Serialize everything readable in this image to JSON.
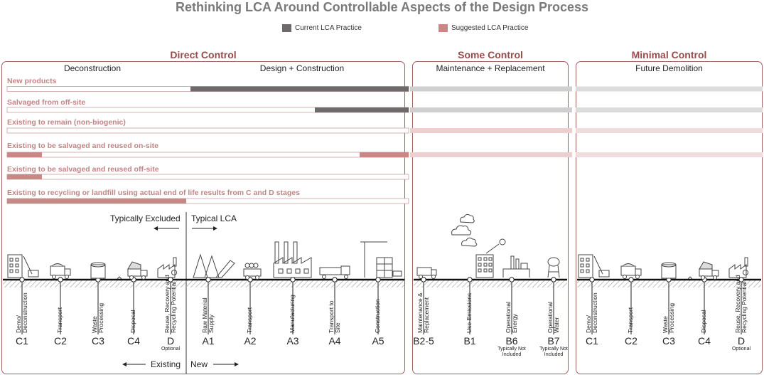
{
  "title": "Rethinking LCA Around Controllable Aspects of the Design Process",
  "legend": {
    "current": {
      "label": "Current LCA Practice",
      "color": "#6e6a6b"
    },
    "suggested": {
      "label": "Suggested LCA Practice",
      "color": "#c78886"
    }
  },
  "sections": {
    "direct": {
      "label": "Direct Control",
      "sub_left": "Deconstruction",
      "sub_right": "Design + Construction"
    },
    "some": {
      "label": "Some Control",
      "sub": "Maintenance + Replacement"
    },
    "minimal": {
      "label": "Minimal Control",
      "sub": "Future Demolition"
    }
  },
  "rows": [
    {
      "label": "New products"
    },
    {
      "label": "Salvaged from off-site"
    },
    {
      "label": "Existing to remain (non-biogenic)"
    },
    {
      "label": "Existing to be salvaged and reused on-site"
    },
    {
      "label": "Existing to be salvaged and reused off-site"
    },
    {
      "label": "Existing to recycling or landfill using actual end of life results from C and D stages"
    }
  ],
  "typically_excluded": "Typically Excluded",
  "typical_lca": "Typical LCA",
  "existing": "Existing",
  "new": "New",
  "stages": [
    {
      "name": "Demo/ Deconstruction",
      "code": "C1"
    },
    {
      "name": "Transport",
      "code": "C2"
    },
    {
      "name": "Waste Processing",
      "code": "C3"
    },
    {
      "name": "Disposal",
      "code": "C4"
    },
    {
      "name": "Reuse, Recovery and Recycling Potential",
      "code": "D",
      "note": "Optional"
    },
    {
      "name": "Raw Material Supply",
      "code": "A1"
    },
    {
      "name": "Transport",
      "code": "A2"
    },
    {
      "name": "Manufacturing",
      "code": "A3"
    },
    {
      "name": "Transport to Site",
      "code": "A4"
    },
    {
      "name": "Construction",
      "code": "A5"
    },
    {
      "name": "Maintenance & Replacement",
      "code": "B2-5"
    },
    {
      "name": "Use Emissions",
      "code": "B1"
    },
    {
      "name": "Operational Energy",
      "code": "B6",
      "note": "Typically Not Included"
    },
    {
      "name": "Operational Water",
      "code": "B7",
      "note": "Typically Not Included"
    },
    {
      "name": "Demo/ Deconstruction",
      "code": "C1"
    },
    {
      "name": "Transport",
      "code": "C2"
    },
    {
      "name": "Waste Processing",
      "code": "C3"
    },
    {
      "name": "Disposal",
      "code": "C4"
    },
    {
      "name": "Reuse, Recovery and Recycling Potential",
      "code": "D",
      "note": "Optional"
    }
  ]
}
